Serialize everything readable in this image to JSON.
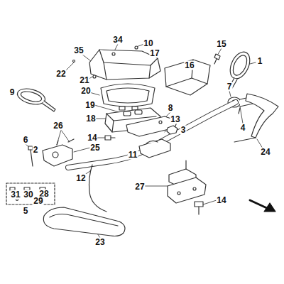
{
  "diagram": {
    "labels": [
      "34",
      "10",
      "15",
      "1",
      "35",
      "17",
      "22",
      "21",
      "16",
      "20",
      "9",
      "7",
      "19",
      "8",
      "13",
      "3",
      "4",
      "18",
      "14",
      "11",
      "26",
      "6",
      "25",
      "2",
      "24",
      "12",
      "27",
      "14",
      "31",
      "30",
      "28",
      "29",
      "5",
      "23"
    ]
  }
}
